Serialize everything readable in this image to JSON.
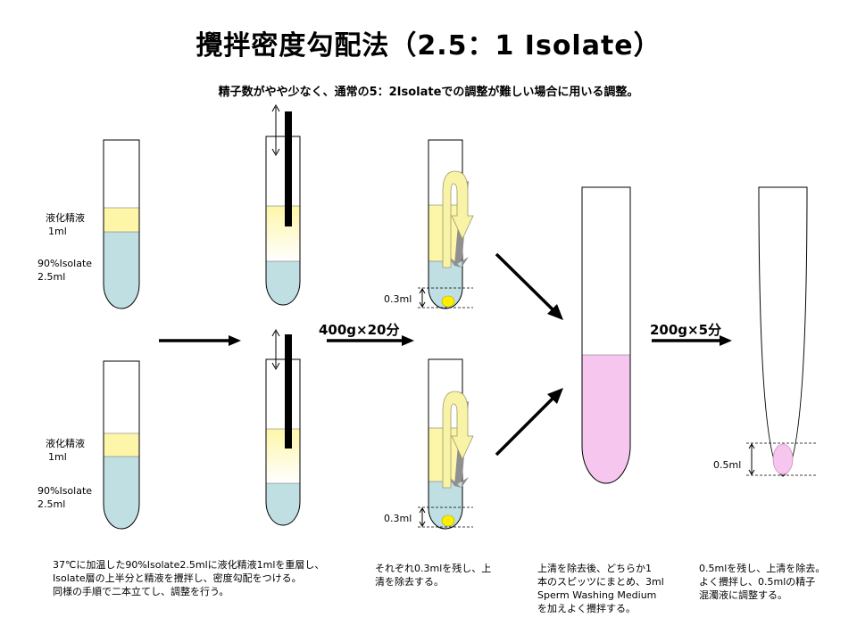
{
  "title": "攪拌密度勾配法（2.5：1 Isolate）",
  "subtitle": "精子数がやや少なく、通常の5：2Isolateでの調整が難しい場合に用いる調整。",
  "labels": {
    "semen_top": [
      "液化精液",
      "1ml"
    ],
    "isolate_top": [
      "90%Isolate",
      "2.5ml"
    ],
    "semen_bottom": [
      "液化精液",
      "1ml"
    ],
    "isolate_bottom": [
      "90%Isolate",
      "2.5ml"
    ],
    "vol_03_top": "0.3ml",
    "vol_03_bottom": "0.3ml",
    "vol_05": "0.5ml"
  },
  "steps": {
    "centrifuge_1": "400g×20分",
    "centrifuge_2": "200g×5分"
  },
  "notes": {
    "note_1": [
      "37℃に加温した90%Isolate2.5mlに液化精液1mlを重層し、",
      "Isolate層の上半分と精液を攪拌し、密度勾配をつける。",
      "同様の手順で二本立てし、調整を行う。"
    ],
    "note_2": [
      "それぞれ0.3mlを残し、上",
      "清を除去する。"
    ],
    "note_3": [
      "上清を除去後、どちらか1",
      "本のスピッツにまとめ、3ml",
      "Sperm Washing Medium",
      "を加えよく攪拌する。"
    ],
    "note_4": [
      "0.5mlを残し、上清を除去。",
      "よく攪拌し、0.5mlの精子",
      "混濁液に調整する。"
    ]
  },
  "colors": {
    "semen": "#fdf6a8",
    "isolate": "#bfdfe3",
    "pellet": "#ffee00",
    "resuspension": "#f7c6ef",
    "swirl_arrow": "#f8f3a6",
    "stirrer": "#000000"
  }
}
